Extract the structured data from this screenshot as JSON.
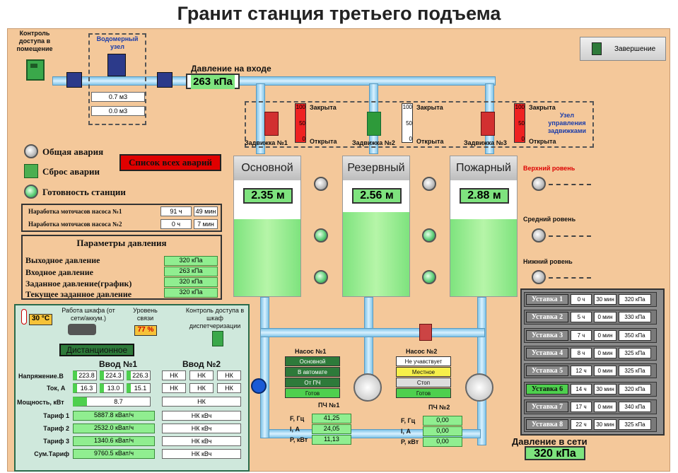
{
  "title": "Гранит станция третьего подъема",
  "header": {
    "access_control": "Контроль доступа в помещение",
    "meter_node": "Водомерный узел",
    "meter_val1": "0.7 м3",
    "meter_val2": "0.0 м3",
    "inlet_pressure_label": "Давление на входе",
    "inlet_pressure": "263 кПа",
    "finish_button": "Завершение"
  },
  "valves": {
    "node_label": "Узел управления задвижками",
    "items": [
      {
        "label": "Задвижка №1",
        "top": "100",
        "mid": "50",
        "bot": "0",
        "fill": 1.0,
        "closed": "Закрыта",
        "open": "Открыта"
      },
      {
        "label": "Задвижка №2",
        "top": "100",
        "mid": "50",
        "bot": "0",
        "fill": 0.0,
        "closed": "Закрыта",
        "open": "Открыта"
      },
      {
        "label": "Задвижка №3",
        "top": "100",
        "mid": "50",
        "bot": "0",
        "fill": 1.0,
        "closed": "Закрыта",
        "open": "Открыта"
      }
    ]
  },
  "alarms": {
    "general": "Общая авария",
    "reset": "Сброс аварии",
    "ready": "Готовность станции",
    "list_button": "Список всех аварий"
  },
  "motor_hours": {
    "p1_label": "Наработка моточасов насоса №1",
    "p1_h": "91 ч",
    "p1_m": "49 мин",
    "p2_label": "Наработка моточасов насоса №2",
    "p2_h": "0 ч",
    "p2_m": "7 мин"
  },
  "pressure_params": {
    "title": "Параметры давления",
    "rows": [
      {
        "label": "Выходное давление",
        "value": "320 кПа"
      },
      {
        "label": "Входное давление",
        "value": "263 кПа"
      },
      {
        "label": "Заданное давление(график)",
        "value": "320 кПа"
      },
      {
        "label": "Текущее заданное давление",
        "value": "320 кПа"
      }
    ]
  },
  "tanks": [
    {
      "name": "Основной",
      "level": "2.35 м",
      "fill": 0.55
    },
    {
      "name": "Резервный",
      "level": "2.56 м",
      "fill": 0.6
    },
    {
      "name": "Пожарный",
      "level": "2.88 м",
      "fill": 0.55
    }
  ],
  "levels": {
    "upper": "Верхний ровень",
    "middle": "Средний ровень",
    "lower": "Нижний ровень"
  },
  "cabinet": {
    "temp": "30 °С",
    "power_label": "Работа шкафа (от сети/аккум.)",
    "link_label": "Уровень связи",
    "link_value": "77 %",
    "access_label": "Контроль доступа в шкаф диспетчеризации",
    "mode_button": "Дистанционное"
  },
  "inputs": {
    "in1_title": "Ввод №1",
    "in2_title": "Ввод №2",
    "voltage_label": "Напряжение.В",
    "voltage1": [
      "223.8",
      "224.3",
      "226.3"
    ],
    "voltage2": [
      "НК",
      "НК",
      "НК"
    ],
    "current_label": "Ток, А",
    "current1": [
      "16.3",
      "13.0",
      "15.1"
    ],
    "current2": [
      "НК",
      "НК",
      "НК"
    ],
    "power_label": "Мощность, кВт",
    "power1": "8.7",
    "power2": "НК",
    "tariffs": [
      {
        "label": "Тариф 1",
        "v1": "5887.8 кВат/ч",
        "v2": "НК кВч"
      },
      {
        "label": "Тариф 2",
        "v1": "2532.0 кВат/ч",
        "v2": "НК кВч"
      },
      {
        "label": "Тариф 3",
        "v1": "1340.6 кВат/ч",
        "v2": "НК кВч"
      },
      {
        "label": "Сум.Тариф",
        "v1": "9760.5 кВат/ч",
        "v2": "НК кВч"
      }
    ]
  },
  "pump1": {
    "title": "Насос №1",
    "states": [
      "Основной",
      "В автомате",
      "От ПЧ",
      "Готов"
    ],
    "pch_title": "ПЧ №1",
    "f_label": "F, Гц",
    "f": "41,25",
    "i_label": "I, А",
    "i": "24,05",
    "p_label": "P, кВт",
    "p": "11,13"
  },
  "pump2": {
    "title": "Насос №2",
    "states": [
      "Не учавствует",
      "Местное",
      "Стоп",
      "Готов"
    ],
    "pch_title": "ПЧ №2",
    "f_label": "F, Гц",
    "f": "0,00",
    "i_label": "I, А",
    "i": "0,00",
    "p_label": "P, кВт",
    "p": "0,00"
  },
  "outlet": {
    "label": "Давление в сети",
    "value": "320 кПа"
  },
  "setpoints": [
    {
      "name": "Уставка 1",
      "h": "0 ч",
      "m": "30 мин",
      "p": "320 кПа",
      "active": false
    },
    {
      "name": "Уставка 2",
      "h": "5 ч",
      "m": "0 мин",
      "p": "330 кПа",
      "active": false
    },
    {
      "name": "Уставка 3",
      "h": "7 ч",
      "m": "0 мин",
      "p": "350 кПа",
      "active": false
    },
    {
      "name": "Уставка 4",
      "h": "8 ч",
      "m": "0 мин",
      "p": "325 кПа",
      "active": false
    },
    {
      "name": "Уставка 5",
      "h": "12 ч",
      "m": "0 мин",
      "p": "325 кПа",
      "active": false
    },
    {
      "name": "Уставка 6",
      "h": "14 ч",
      "m": "30 мин",
      "p": "320 кПа",
      "active": true
    },
    {
      "name": "Уставка 7",
      "h": "17 ч",
      "m": "0 мин",
      "p": "340 кПа",
      "active": false
    },
    {
      "name": "Уставка 8",
      "h": "22 ч",
      "m": "30 мин",
      "p": "325 кПа",
      "active": false
    }
  ],
  "colors": {
    "panel": "#f4c89a",
    "pipe": "#9fd3f0",
    "green": "#7ee37e",
    "alarm_red": "#e00000"
  }
}
